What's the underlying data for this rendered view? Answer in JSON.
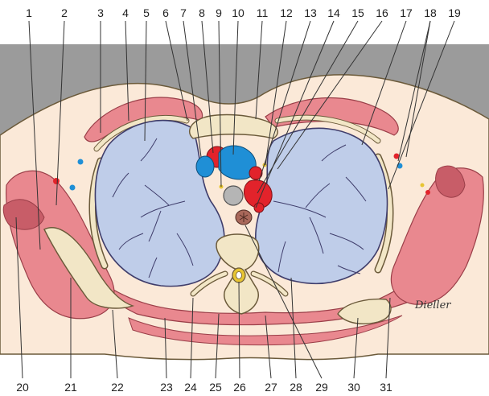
{
  "labels_top": [
    "1",
    "2",
    "3",
    "4",
    "5",
    "6",
    "7",
    "8",
    "9",
    "10",
    "11",
    "12",
    "13",
    "14",
    "15",
    "16",
    "17",
    "18",
    "19"
  ],
  "labels_bottom": [
    "20",
    "21",
    "22",
    "23",
    "24",
    "25",
    "26",
    "27",
    "28",
    "29",
    "30",
    "31"
  ],
  "signature": "Dieller",
  "colors": {
    "frame": "#9b9b9b",
    "skin": "#fbe9d8",
    "muscle": "#e9888f",
    "muscle_dark": "#c85d68",
    "bone": "#f2e6c6",
    "bone_outline": "#6b5a3a",
    "lung": "#bfcde9",
    "vessel_line": "#3f3d6b",
    "artery": "#e2232b",
    "vein": "#1f8fd6",
    "trachea": "#b5b5b5",
    "esophagus": "#a9685a",
    "cord": "#e7c533",
    "leader": "#333333"
  },
  "icons": [
    "vertebra-icon",
    "spinal-cord-icon",
    "trachea-icon",
    "esophagus-icon"
  ]
}
